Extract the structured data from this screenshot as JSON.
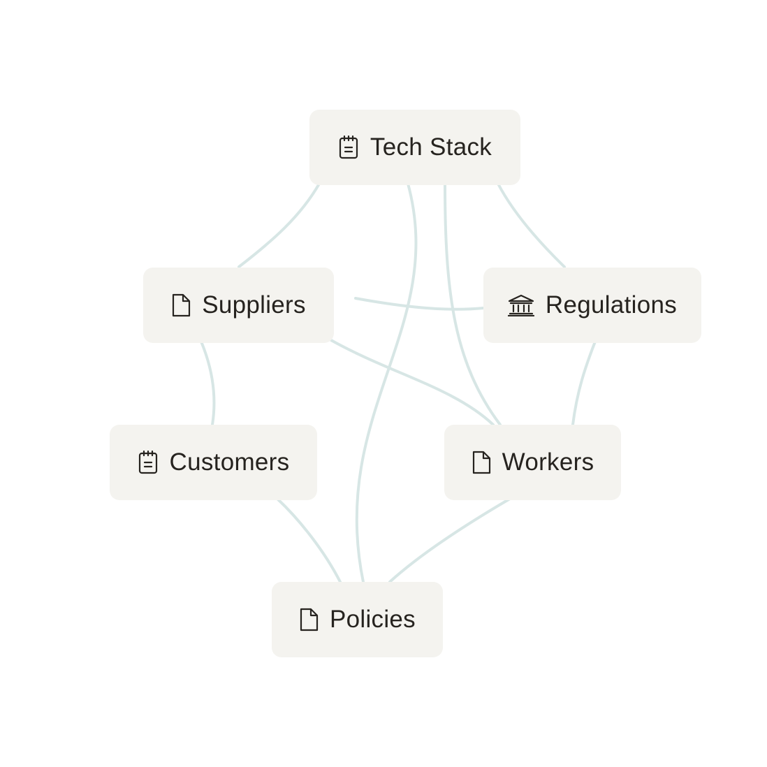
{
  "colors": {
    "background": "#ffffff",
    "node_fill": "#f4f3ef",
    "node_text": "#26231f",
    "edge": "#d7e6e5"
  },
  "nodes": {
    "tech_stack": {
      "label": "Tech Stack",
      "icon": "notepad-icon"
    },
    "suppliers": {
      "label": "Suppliers",
      "icon": "document-icon"
    },
    "regulations": {
      "label": "Regulations",
      "icon": "bank-icon"
    },
    "customers": {
      "label": "Customers",
      "icon": "notepad-icon"
    },
    "workers": {
      "label": "Workers",
      "icon": "document-icon"
    },
    "policies": {
      "label": "Policies",
      "icon": "document-icon"
    }
  },
  "edges": [
    {
      "from": "tech_stack",
      "to": "suppliers"
    },
    {
      "from": "tech_stack",
      "to": "regulations"
    },
    {
      "from": "tech_stack",
      "to": "workers"
    },
    {
      "from": "tech_stack",
      "to": "policies"
    },
    {
      "from": "suppliers",
      "to": "regulations"
    },
    {
      "from": "suppliers",
      "to": "customers"
    },
    {
      "from": "suppliers",
      "to": "workers"
    },
    {
      "from": "regulations",
      "to": "workers"
    },
    {
      "from": "customers",
      "to": "policies"
    },
    {
      "from": "workers",
      "to": "policies"
    }
  ]
}
